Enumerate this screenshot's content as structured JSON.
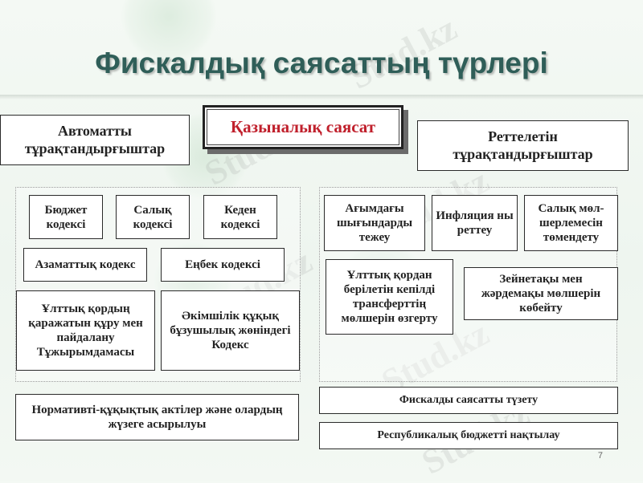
{
  "title": "Фискалдық саясаттың түрлері",
  "center": "Қазыналық саясат",
  "left_header": "Автоматты тұрақтандырғыштар",
  "right_header": "Реттелетін тұрақтандырғыштар",
  "left_items": {
    "budget_code": "Бюджет кодексі",
    "tax_code": "Салық кодексі",
    "customs_code": "Кеден кодексі",
    "civil_code": "Азаматтық кодекс",
    "labor_code": "Еңбек кодексі",
    "national_fund": "Ұлттық қордың қаражатын құру мен пайдалану Тұжырымдамасы",
    "admin_code": "Әкімшілік құқық бұзушылық жөніндегі Кодекс"
  },
  "left_bottom": "Нормативті-құқықтық актілер және олардың жүзеге асырылуы",
  "right_items": {
    "reduce_spending": "Ағымдағы шығындарды тежеу",
    "inflation": "Инфляция ны реттеу",
    "tax_rate": "Салық мөл-шерлемесін төмендету",
    "transfer": "Ұлттық қордан берілетін кепілді трансферттің мөлшерін өзгерту",
    "pension": "Зейнетақы мен жәрдемақы мөлшерін көбейту"
  },
  "right_bottom_1": "Фискалды саясатты түзету",
  "right_bottom_2": "Республикалық бюджетті нақтылау",
  "page_number": "7",
  "watermark": "Stud.kz"
}
